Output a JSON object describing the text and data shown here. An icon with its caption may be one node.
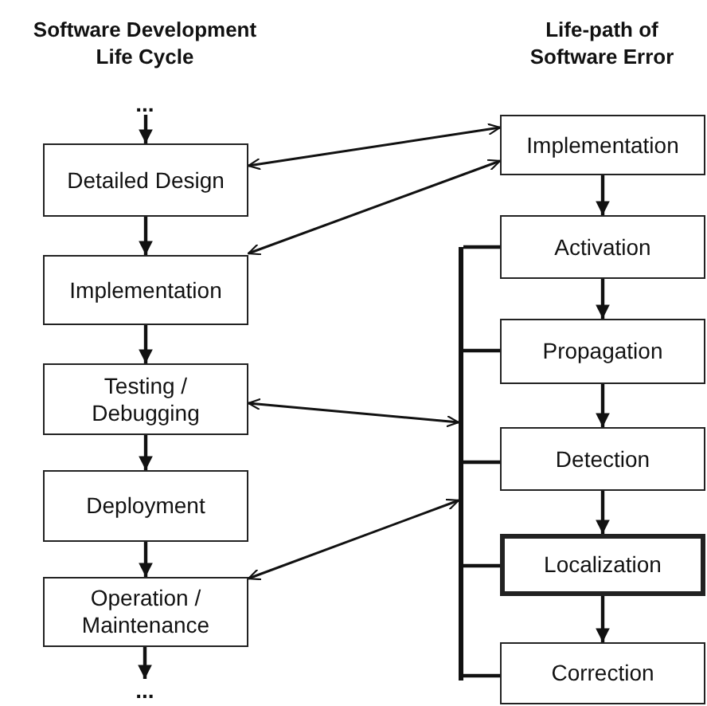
{
  "diagram": {
    "nodes": [
      {
        "text": [
          "..."
        ]
      },
      {
        "text": [
          "Detailed Design"
        ]
      },
      {
        "text": [
          "Implementation"
        ]
      },
      {
        "text": [
          "Testing / Debugging"
        ]
      },
      {
        "text": [
          "Deployment"
        ]
      },
      {
        "text": [
          "Operation / Maintenance"
        ]
      },
      {
        "text": [
          "..."
        ]
      },
      {
        "text": [
          "Implementation"
        ]
      },
      {
        "text": [
          "Activation"
        ]
      },
      {
        "text": [
          "Propagation"
        ]
      },
      {
        "text": [
          "Detection"
        ]
      },
      {
        "text": [
          "Localization"
        ]
      },
      {
        "text": [
          "Correction"
        ]
      },
      {
        "text": [],
        "shape": "bar"
      }
    ],
    "edges": [
      {
        "from": 0,
        "to": 1,
        "arrow": "to"
      },
      {
        "from": 1,
        "to": 2,
        "arrow": "to"
      },
      {
        "from": 2,
        "to": 3,
        "arrow": "to"
      },
      {
        "from": 3,
        "to": 4,
        "arrow": "to"
      },
      {
        "from": 4,
        "to": 5,
        "arrow": "to"
      },
      {
        "from": 5,
        "to": 6,
        "arrow": "to"
      },
      {
        "from": 7,
        "to": 8,
        "arrow": "to"
      },
      {
        "from": 8,
        "to": 9,
        "arrow": "to"
      },
      {
        "from": 9,
        "to": 10,
        "arrow": "to"
      },
      {
        "from": 10,
        "to": 11,
        "arrow": "to"
      },
      {
        "from": 11,
        "to": 12,
        "arrow": "to"
      },
      {
        "from": 1,
        "to": 7,
        "arrow": "both"
      },
      {
        "from": 2,
        "to": 7,
        "arrow": "both"
      },
      {
        "from": 3,
        "to": 13,
        "arrow": "both"
      },
      {
        "from": 5,
        "to": 13,
        "arrow": "both"
      },
      {
        "from": 8,
        "to": 13,
        "arrow": "none"
      },
      {
        "from": 9,
        "to": 13,
        "arrow": "none"
      },
      {
        "from": 10,
        "to": 13,
        "arrow": "none"
      },
      {
        "from": 11,
        "to": 13,
        "arrow": "none"
      },
      {
        "from": 12,
        "to": 13,
        "arrow": "none"
      }
    ],
    "labels": [
      "Software Development Life Cycle",
      "Life-path of Software Error"
    ]
  }
}
